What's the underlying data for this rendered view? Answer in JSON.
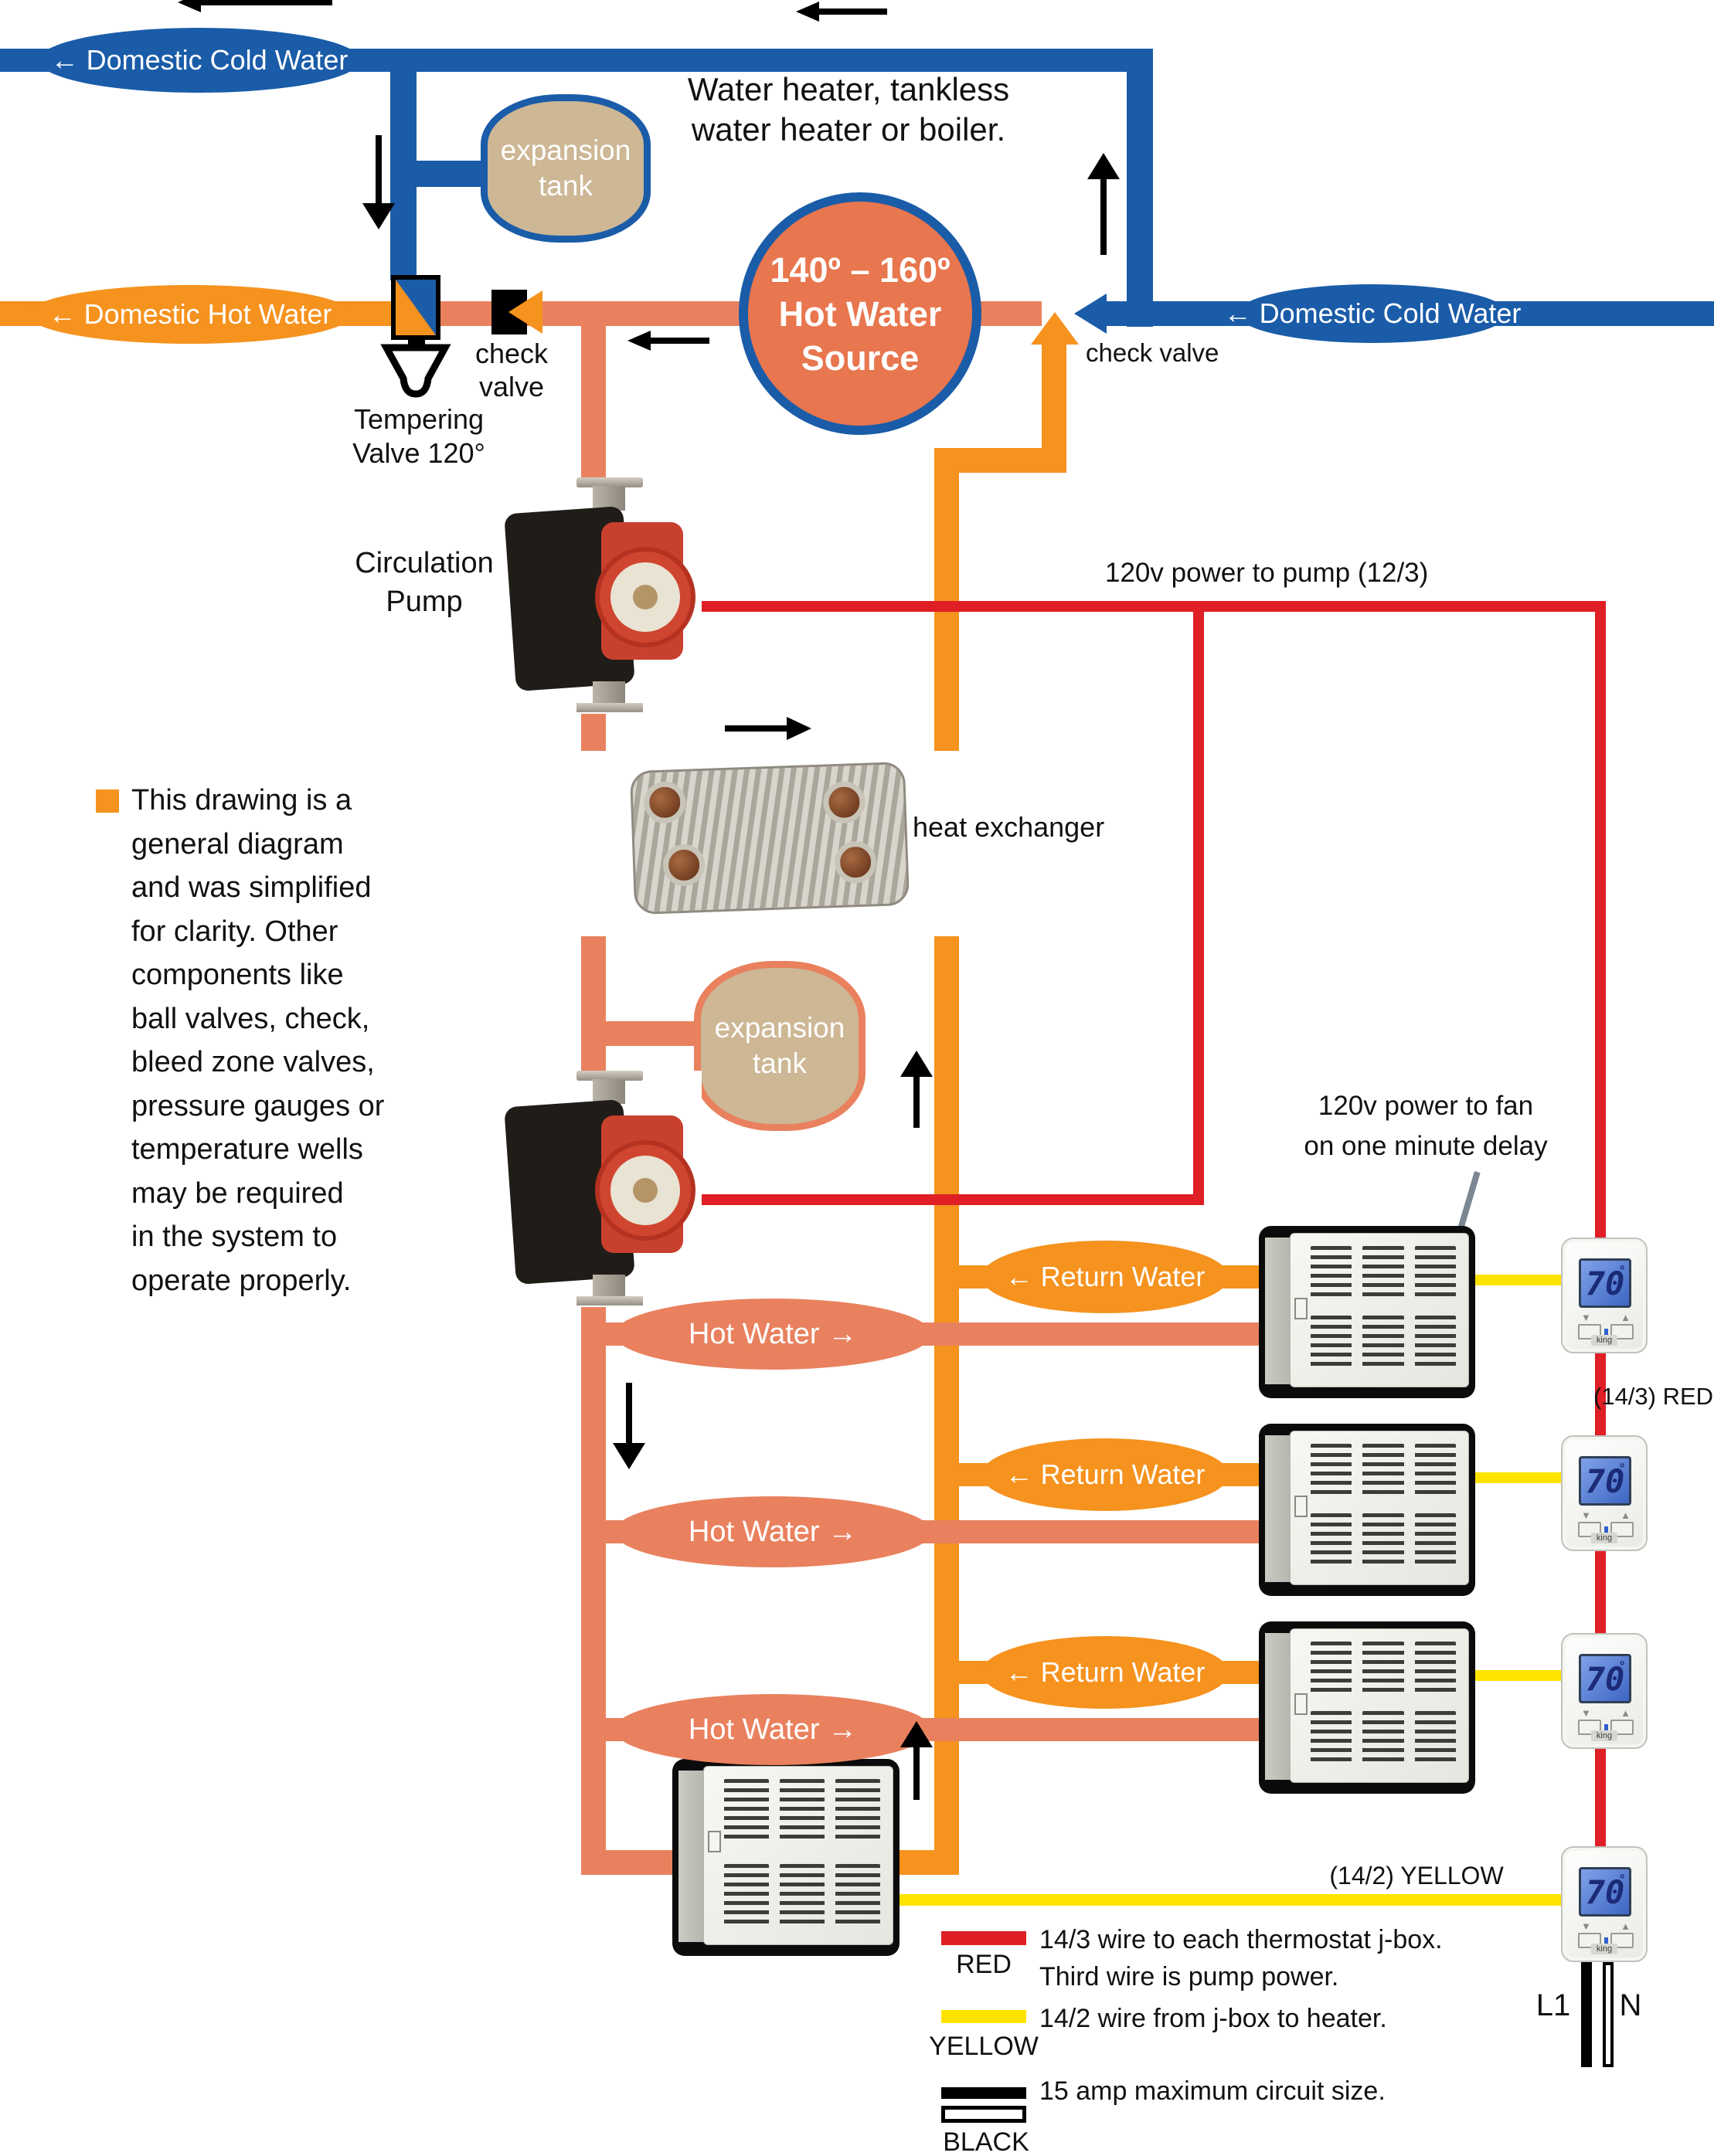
{
  "colors": {
    "pipe_blue": "#1A5CA8",
    "pipe_salmon": "#E9815E",
    "pipe_orange": "#F6921E",
    "wire_red": "#E01E25",
    "wire_yellow": "#FFE300",
    "tank_fill": "#CDB795",
    "source_fill": "#E8764E"
  },
  "top": {
    "cold_water": "← Domestic Cold Water",
    "hot_water": "← Domestic Hot Water",
    "heater_note_1": "Water heater, tankless",
    "heater_note_2": "water heater or boiler.",
    "source_1": "140º – 160º",
    "source_2": "Hot Water",
    "source_3": "Source",
    "tank_word_1": "expansion",
    "tank_word_2": "tank",
    "tempering_1": "Tempering",
    "tempering_2": "Valve 120°",
    "check_valve_1": "check",
    "check_valve_2": "valve",
    "check_valve_right": "check valve",
    "pump_1": "Circulation",
    "pump_2": "Pump"
  },
  "note": {
    "lines": [
      "This drawing is a",
      "general diagram",
      "and was simplified",
      "for clarity. Other",
      "components like",
      "ball valves, check,",
      "bleed zone valves,",
      "pressure gauges or",
      "temperature wells",
      "may be required",
      "in the system to",
      "operate properly."
    ]
  },
  "middle": {
    "heat_exchanger": "heat exchanger",
    "power_pump": "120v power to pump (12/3)",
    "power_fan_1": "120v power to fan",
    "power_fan_2": "on one minute delay"
  },
  "flow_labels": {
    "return_water": "← Return Water",
    "hot_water": "Hot Water →"
  },
  "wires": {
    "red_label": "(14/3) RED",
    "yellow_label": "(14/2) YELLOW",
    "l1": "L1",
    "n": "N"
  },
  "thermostat": {
    "temp": "70",
    "degree": "°",
    "brand": "king"
  },
  "icons": {
    "temp_down": "▼",
    "temp_up": "▲"
  },
  "legend": {
    "red_name": "RED",
    "red_desc_1": "14/3 wire to each thermostat j-box.",
    "red_desc_2": "Third wire is pump power.",
    "yellow_name": "YELLOW",
    "yellow_desc": "14/2 wire from j-box to heater.",
    "black_name": "BLACK",
    "black_desc": "15 amp maximum circuit size."
  }
}
